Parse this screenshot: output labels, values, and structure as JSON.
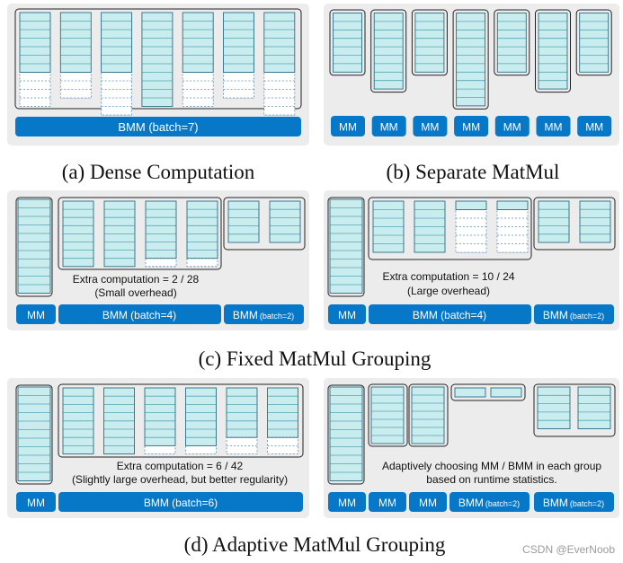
{
  "panels": {
    "a": {
      "caption": "(a) Dense Computation",
      "blocks": [
        [
          7,
          4
        ],
        [
          7,
          3
        ],
        [
          7,
          5
        ],
        [
          11,
          0
        ],
        [
          7,
          4
        ],
        [
          7,
          3
        ],
        [
          7,
          5
        ]
      ],
      "bar_label": "BMM (batch=7)"
    },
    "b": {
      "caption": "(b) Separate MatMul",
      "blocks": [
        7,
        9,
        7,
        11,
        7,
        9,
        7
      ],
      "mm_label": "MM"
    },
    "c": {
      "caption": "(c) Fixed MatMul Grouping",
      "left": {
        "single": [
          11,
          0
        ],
        "group4": [
          [
            8,
            0
          ],
          [
            8,
            0
          ],
          [
            7,
            1
          ],
          [
            7,
            1
          ]
        ],
        "group2": [
          [
            5,
            0
          ],
          [
            5,
            0
          ]
        ],
        "extra_line1": "Extra computation = 2 / 28",
        "extra_line2": "(Small overhead)",
        "labels": [
          "MM",
          "BMM (batch=4)",
          "BMM",
          "(batch=2)"
        ]
      },
      "right": {
        "single": [
          11,
          0
        ],
        "group4": [
          [
            6,
            0
          ],
          [
            6,
            0
          ],
          [
            1,
            5
          ],
          [
            1,
            5
          ]
        ],
        "group2": [
          [
            5,
            0
          ],
          [
            5,
            0
          ]
        ],
        "extra_line1": "Extra computation = 10 / 24",
        "extra_line2": "(Large overhead)",
        "labels": [
          "MM",
          "BMM (batch=4)",
          "BMM",
          "(batch=2)"
        ]
      }
    },
    "d": {
      "caption": "(d) Adaptive MatMul Grouping",
      "left": {
        "single": [
          11,
          0
        ],
        "group6": [
          [
            8,
            0
          ],
          [
            8,
            0
          ],
          [
            7,
            1
          ],
          [
            7,
            1
          ],
          [
            6,
            2
          ],
          [
            6,
            2
          ]
        ],
        "extra_line1": "Extra computation = 6 / 42",
        "extra_line2": "(Slightly large overhead, but better regularity)",
        "labels": [
          "MM",
          "BMM (batch=6)"
        ]
      },
      "right": {
        "single": [
          11,
          0
        ],
        "adaptive_line1": "Adaptively choosing MM / BMM in each group",
        "adaptive_line2": "based on runtime statistics.",
        "labels": [
          "MM",
          "MM",
          "MM",
          "BMM",
          "(batch=2)",
          "BMM",
          "(batch=2)"
        ]
      }
    }
  },
  "watermark": "CSDN @EverNoob",
  "colors": {
    "panel_bg": "#ececec",
    "cell_fill": "#c9ecee",
    "bar_blue": "#0777c8",
    "cell_line": "#54a7b4"
  }
}
